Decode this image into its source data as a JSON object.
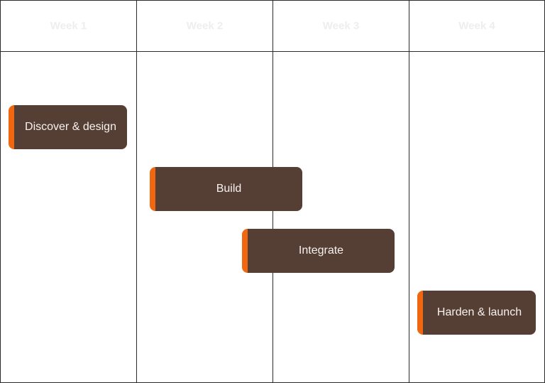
{
  "timeline": {
    "columns": [
      {
        "label": "Week 1"
      },
      {
        "label": "Week 2"
      },
      {
        "label": "Week 3"
      },
      {
        "label": "Week 4"
      }
    ],
    "tasks": [
      {
        "label": "Discover & design"
      },
      {
        "label": "Build"
      },
      {
        "label": "Integrate"
      },
      {
        "label": "Harden & launch"
      }
    ]
  },
  "colors": {
    "task_fill": "#553f35",
    "task_accent": "#f0670f",
    "grid_line": "#2b2b2b",
    "header_text": "#eeeeee"
  }
}
